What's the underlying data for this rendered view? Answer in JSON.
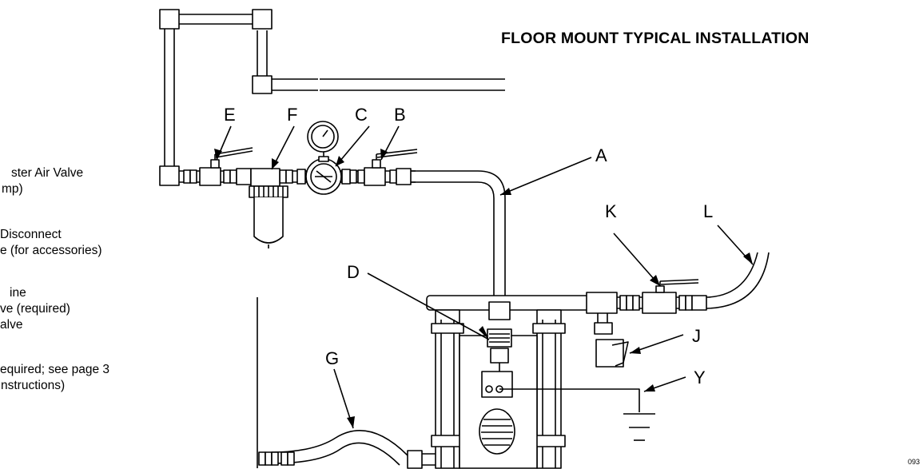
{
  "title": "FLOOR MOUNT TYPICAL INSTALLATION",
  "legend_lines": [
    "ster Air Valve",
    "mp)",
    "Disconnect",
    "e (for accessories)",
    "ine",
    "ve (required)",
    "alve",
    "equired; see page 3",
    "nstructions)"
  ],
  "callouts": {
    "A": "A",
    "B": "B",
    "C": "C",
    "D": "D",
    "E": "E",
    "F": "F",
    "G": "G",
    "J": "J",
    "K": "K",
    "L": "L",
    "Y": "Y"
  },
  "figure_number": "093"
}
